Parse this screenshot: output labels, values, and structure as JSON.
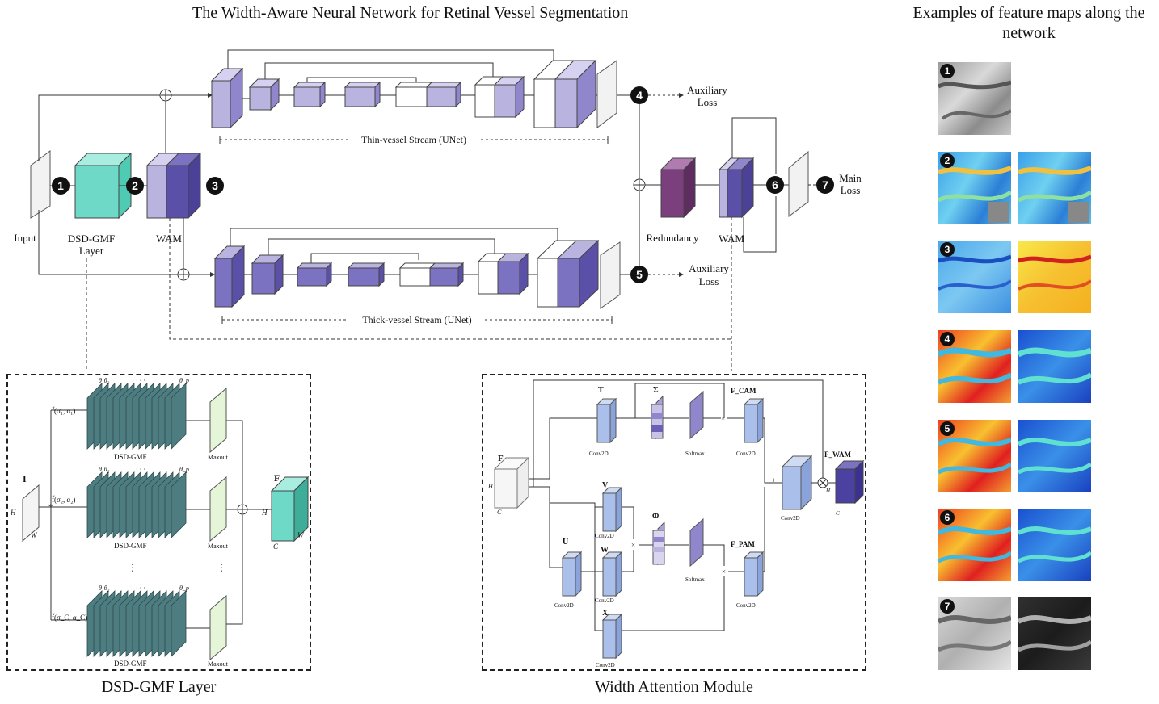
{
  "titles": {
    "main": "The Width-Aware Neural Network for Retinal Vessel Segmentation",
    "examples_line1": "Examples of feature maps along the",
    "examples_line2": "network"
  },
  "labels": {
    "input": "Input",
    "dsd_gmf_line1": "DSD-GMF",
    "dsd_gmf_line2": "Layer",
    "wam": "WAM",
    "wam2": "WAM",
    "redundancy": "Redundancy",
    "aux_loss_top_1": "Auxiliary",
    "aux_loss_top_2": "Loss",
    "aux_loss_bottom_1": "Auxiliary",
    "aux_loss_bottom_2": "Loss",
    "main_loss_1": "Main",
    "main_loss_2": "Loss",
    "thin_stream": "Thin-vessel Stream (UNet)",
    "thick_stream": "Thick-vessel Stream (UNet)"
  },
  "badges": [
    "1",
    "2",
    "3",
    "4",
    "5",
    "6",
    "7"
  ],
  "dsd_panel": {
    "caption": "DSD-GMF Layer",
    "input_letter": "I",
    "output_letter": "F",
    "H": "H",
    "W": "W",
    "C": "C",
    "filters": [
      "f̃(σ₁, α₁)",
      "f̃(σ₂, α₂)",
      "f̃(σ_C, α_C)"
    ],
    "theta_left": "θ₁θ₂",
    "theta_mid": "· · ·",
    "theta_right": "θ_p",
    "block_label": "DSD-GMF",
    "maxout": "Maxout",
    "conv_op": "*",
    "sum_op": "⊕",
    "vdots": "⋮"
  },
  "wam_panel": {
    "caption": "Width Attention Module",
    "F": "F",
    "T": "T",
    "U": "U",
    "V": "V",
    "W": "W",
    "X": "X",
    "Sigma": "Σ",
    "Phi": "Φ",
    "F_CAM": "F_CAM",
    "F_PAM": "F_PAM",
    "F_WAM": "F_WAM",
    "conv2d": "Conv2D",
    "softmax": "Softmax",
    "H": "H",
    "C": "C",
    "times": "×",
    "otimes": "⊗",
    "plus": "+"
  },
  "colors": {
    "stream_light": "#b9b3e0",
    "stream_mid": "#8f86cc",
    "stream_dark": "#5a50a8",
    "teal": "#6dd9c6",
    "redundancy": "#7a3f7c",
    "gmf": "#4d7d80",
    "maxout": "#e4f5d8",
    "wam_blue": "#aac0ea"
  }
}
